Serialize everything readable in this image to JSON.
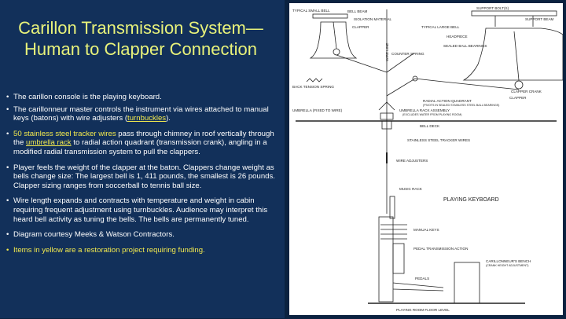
{
  "slide": {
    "title": "Carillon Transmission System—Human to Clapper Connection",
    "colors": {
      "background": "#12305a",
      "title": "#e8f27a",
      "highlight": "#f2e94e",
      "text": "#ffffff"
    },
    "bullets": {
      "b1": "The carillon console is the playing keyboard.",
      "b2_a": "The carillonneur master controls the instrument via wires attached to manual keys (batons) with wire adjusters (",
      "b2_link": "turnbuckles",
      "b2_b": ").",
      "b3_a": "50 stainless steel tracker wires",
      "b3_b": " pass through chimney in roof vertically through the ",
      "b3_link": "umbrella rack",
      "b3_c": " to radial action quadrant (transmission crank), angling in a modified radial transmission system to pull the clappers.",
      "b4": "Player feels the weight of the clapper at the baton. Clappers change weight as bells change size:  The largest bell is 1, 411 pounds, the smallest is 26 pounds. Clapper sizing ranges from soccerball to tennis ball size.",
      "b5": "Wire length expands and contracts with temperature and weight in cabin requiring frequent adjustment using turnbuckles. Audience may interpret this heard bell activity as tuning the bells. The bells are permanently tuned.",
      "b6": "Diagram courtesy Meeks & Watson Contractors.",
      "b7": "Items in yellow are a restoration project requiring funding."
    }
  },
  "diagram": {
    "labels": {
      "typical_small_bell": "TYPICAL SMALL BELL",
      "bell_beam": "BELL BEAM",
      "isolation_material": "ISOLATION MATERIAL",
      "clapper_small": "CLAPPER",
      "support_bolts": "SUPPORT BOLT(S)",
      "support_beam": "SUPPORT BEAM",
      "typical_large_bell": "TYPICAL LARGE BELL",
      "headpiece": "HEADPIECE",
      "sealed_bearings": "SEALED BALL BEARINGS",
      "wire_line": "WIRE LINE",
      "counter_spring": "COUNTER SPRING",
      "back_tension_spring": "BACK TENSION SPRING",
      "clapper_crank": "CLAPPER CRANK",
      "clapper_large": "CLAPPER",
      "radial_quadrant": "RADIAL ACTION QUADRANT",
      "radial_quadrant_note": "(PIVOTS IN SEALED STAINLESS STEEL BALL BEARINGS)",
      "umbrella_fixed": "UMBRELLA (FIXED TO WIRE)",
      "umbrella_rack": "UMBRELLA RACK ASSEMBLY",
      "umbrella_rack_note": "(EXCLUDES WATER FROM PLAYING ROOM)",
      "bell_deck": "BELL DECK",
      "tracker_wires": "STAINLESS STEEL TRACKER WIRES",
      "wire_adjusters": "WIRE ADJUSTERS",
      "music_rack": "MUSIC RACK",
      "playing_keyboard": "PLAYING KEYBOARD",
      "manual_keys": "MANUAL KEYS",
      "pedal_action": "PEDAL TRANSMISSION ACTION",
      "bench": "CARILLONNEUR'S BENCH",
      "bench_note": "(CRANK HEIGHT ADJUSTMENT)",
      "pedals": "PEDALS",
      "floor_level": "PLAYING ROOM FLOOR LEVEL"
    }
  }
}
